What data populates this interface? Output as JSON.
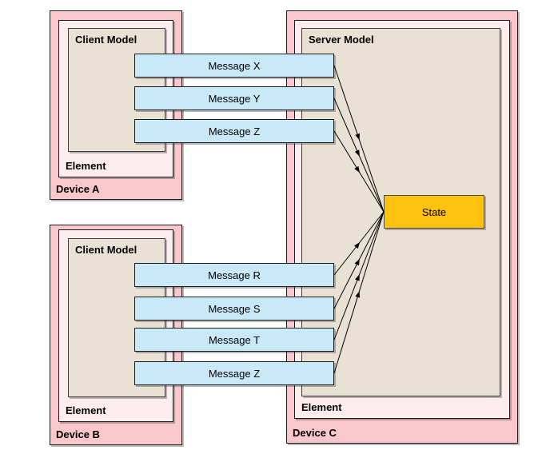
{
  "diagram": {
    "description": "client-server message flow diagram"
  },
  "colors": {
    "device_fill": "#FAC8CC",
    "element_fill": "#FDEDEF",
    "model_fill": "#EAE1D5",
    "message_fill": "#CAE9F8",
    "state_fill": "#FFC20E",
    "arrow": "#000000"
  },
  "devices": [
    {
      "label": "Device A",
      "element_label": "Element",
      "model_label": "Client Model"
    },
    {
      "label": "Device B",
      "element_label": "Element",
      "model_label": "Client Model"
    },
    {
      "label": "Device C",
      "element_label": "Element",
      "model_label": "Server Model"
    }
  ],
  "messages": [
    {
      "label": "Message X"
    },
    {
      "label": "Message Y"
    },
    {
      "label": "Message Z"
    },
    {
      "label": "Message R"
    },
    {
      "label": "Message S"
    },
    {
      "label": "Message T"
    },
    {
      "label": "Message Z"
    }
  ],
  "state": {
    "label": "State"
  },
  "arrows": [
    {
      "from": "message-x",
      "to": "state"
    },
    {
      "from": "message-y",
      "to": "state"
    },
    {
      "from": "message-z-a",
      "to": "state"
    },
    {
      "from": "message-r",
      "to": "state"
    },
    {
      "from": "message-s",
      "to": "state"
    },
    {
      "from": "message-t",
      "to": "state"
    },
    {
      "from": "message-z-b",
      "to": "state"
    }
  ]
}
